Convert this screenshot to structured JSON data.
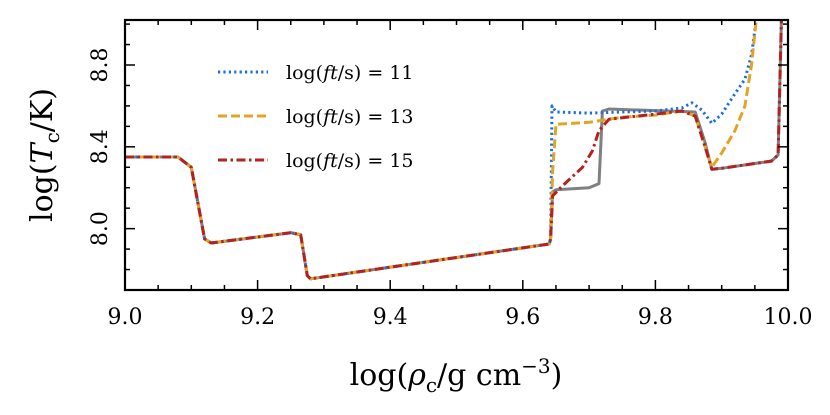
{
  "chart_data": {
    "type": "line",
    "xlabel": "log(ρ_c/g cm^-3)",
    "ylabel": "log(T_c/K)",
    "xlim": [
      9.0,
      10.0
    ],
    "ylim": [
      7.7,
      9.02
    ],
    "x_ticks": [
      "9.0",
      "9.2",
      "9.4",
      "9.6",
      "9.8",
      "10.0"
    ],
    "y_ticks": [
      "8.0",
      "8.4",
      "8.8"
    ],
    "legend_position": "top-left",
    "grid": false,
    "reference_series": {
      "color": "#808080",
      "style": "solid",
      "points": [
        [
          9.0,
          8.35
        ],
        [
          9.08,
          8.35
        ],
        [
          9.1,
          8.3
        ],
        [
          9.12,
          7.95
        ],
        [
          9.13,
          7.93
        ],
        [
          9.25,
          7.98
        ],
        [
          9.265,
          7.97
        ],
        [
          9.275,
          7.77
        ],
        [
          9.28,
          7.755
        ],
        [
          9.64,
          7.925
        ],
        [
          9.642,
          7.95
        ],
        [
          9.645,
          8.18
        ],
        [
          9.65,
          8.19
        ],
        [
          9.7,
          8.2
        ],
        [
          9.715,
          8.22
        ],
        [
          9.72,
          8.575
        ],
        [
          9.73,
          8.585
        ],
        [
          9.86,
          8.57
        ],
        [
          9.875,
          8.42
        ],
        [
          9.885,
          8.29
        ],
        [
          9.9,
          8.295
        ],
        [
          9.975,
          8.33
        ],
        [
          9.985,
          8.36
        ],
        [
          9.99,
          9.02
        ]
      ]
    },
    "series": [
      {
        "name": "log(ft/s) = 11",
        "legend_base": "log(",
        "legend_var": "ft",
        "legend_rest": "/s) = 11",
        "color": "#1a6ee0",
        "style": "dotted",
        "points": [
          [
            9.0,
            8.35
          ],
          [
            9.08,
            8.35
          ],
          [
            9.1,
            8.3
          ],
          [
            9.12,
            7.95
          ],
          [
            9.13,
            7.93
          ],
          [
            9.25,
            7.98
          ],
          [
            9.265,
            7.97
          ],
          [
            9.275,
            7.77
          ],
          [
            9.28,
            7.755
          ],
          [
            9.64,
            7.925
          ],
          [
            9.642,
            7.95
          ],
          [
            9.644,
            8.6
          ],
          [
            9.65,
            8.57
          ],
          [
            9.7,
            8.565
          ],
          [
            9.75,
            8.57
          ],
          [
            9.8,
            8.575
          ],
          [
            9.84,
            8.59
          ],
          [
            9.855,
            8.615
          ],
          [
            9.87,
            8.58
          ],
          [
            9.885,
            8.515
          ],
          [
            9.9,
            8.56
          ],
          [
            9.92,
            8.66
          ],
          [
            9.935,
            8.73
          ],
          [
            9.945,
            8.85
          ],
          [
            9.952,
            9.02
          ]
        ]
      },
      {
        "name": "log(ft/s) = 13",
        "legend_base": "log(",
        "legend_var": "ft",
        "legend_rest": "/s) = 13",
        "color": "#e0a526",
        "style": "dashed",
        "points": [
          [
            9.0,
            8.35
          ],
          [
            9.08,
            8.35
          ],
          [
            9.1,
            8.3
          ],
          [
            9.12,
            7.95
          ],
          [
            9.13,
            7.93
          ],
          [
            9.25,
            7.98
          ],
          [
            9.265,
            7.97
          ],
          [
            9.275,
            7.77
          ],
          [
            9.28,
            7.755
          ],
          [
            9.64,
            7.925
          ],
          [
            9.642,
            7.95
          ],
          [
            9.645,
            8.28
          ],
          [
            9.65,
            8.51
          ],
          [
            9.7,
            8.52
          ],
          [
            9.75,
            8.545
          ],
          [
            9.8,
            8.555
          ],
          [
            9.84,
            8.575
          ],
          [
            9.86,
            8.55
          ],
          [
            9.875,
            8.4
          ],
          [
            9.885,
            8.3
          ],
          [
            9.9,
            8.37
          ],
          [
            9.92,
            8.48
          ],
          [
            9.935,
            8.6
          ],
          [
            9.945,
            8.8
          ],
          [
            9.952,
            9.02
          ]
        ]
      },
      {
        "name": "log(ft/s) = 15",
        "legend_base": "log(",
        "legend_var": "ft",
        "legend_rest": "/s) = 15",
        "color": "#b22222",
        "style": "dashdot",
        "points": [
          [
            9.0,
            8.35
          ],
          [
            9.08,
            8.35
          ],
          [
            9.1,
            8.3
          ],
          [
            9.12,
            7.95
          ],
          [
            9.13,
            7.93
          ],
          [
            9.25,
            7.98
          ],
          [
            9.265,
            7.97
          ],
          [
            9.275,
            7.77
          ],
          [
            9.28,
            7.755
          ],
          [
            9.64,
            7.925
          ],
          [
            9.642,
            7.95
          ],
          [
            9.645,
            8.16
          ],
          [
            9.66,
            8.21
          ],
          [
            9.69,
            8.3
          ],
          [
            9.705,
            8.38
          ],
          [
            9.715,
            8.48
          ],
          [
            9.73,
            8.535
          ],
          [
            9.8,
            8.56
          ],
          [
            9.84,
            8.575
          ],
          [
            9.86,
            8.55
          ],
          [
            9.875,
            8.4
          ],
          [
            9.885,
            8.29
          ],
          [
            9.9,
            8.295
          ],
          [
            9.975,
            8.33
          ],
          [
            9.985,
            8.36
          ],
          [
            9.99,
            9.02
          ]
        ]
      }
    ]
  }
}
